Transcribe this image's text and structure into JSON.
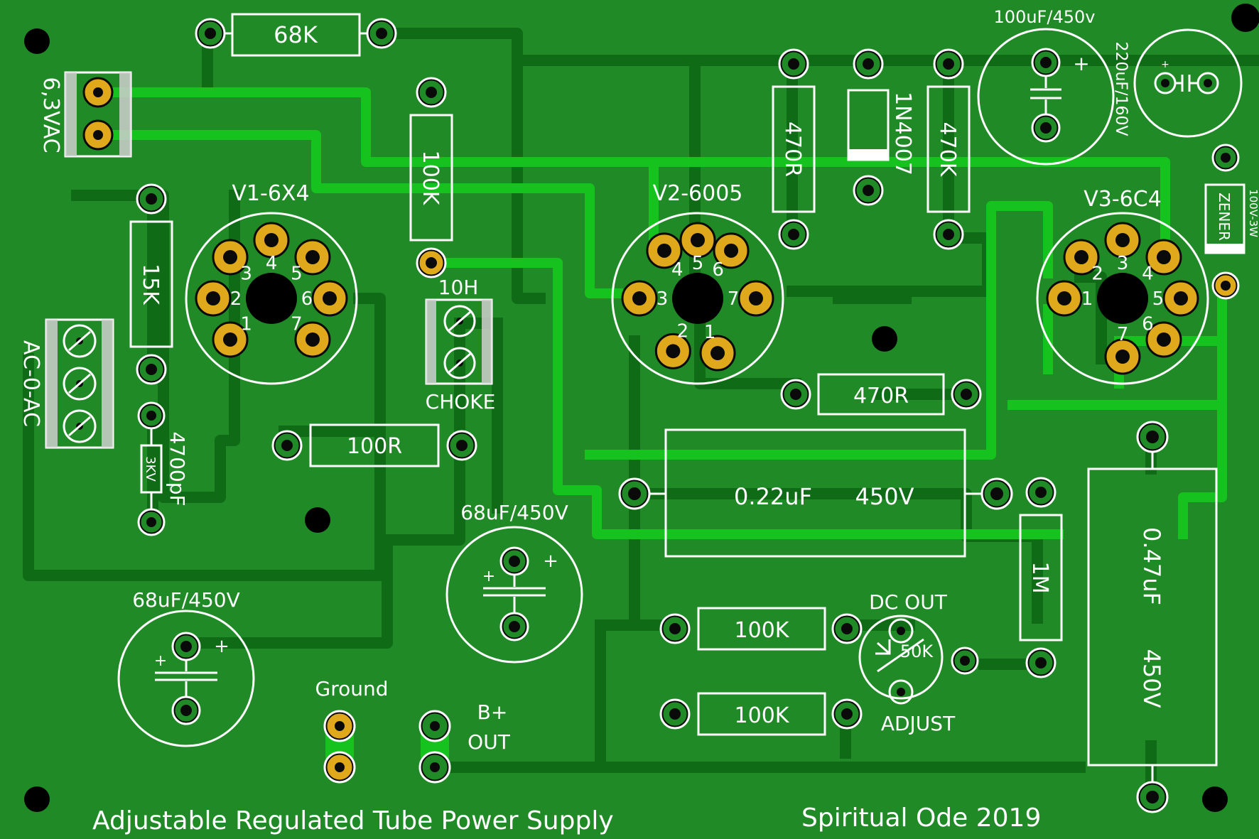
{
  "title": "Adjustable Regulated Tube Power Supply",
  "credit": "Spiritual Ode 2019",
  "tubes": [
    {
      "label": "V1-6X4",
      "pins": [
        "1",
        "2",
        "3",
        "4",
        "5",
        "6",
        "7"
      ]
    },
    {
      "label": "V2-6005",
      "pins": [
        "1",
        "2",
        "3",
        "4",
        "5",
        "6",
        "7"
      ]
    },
    {
      "label": "V3-6C4",
      "pins": [
        "1",
        "2",
        "3",
        "4",
        "5",
        "6",
        "7"
      ]
    }
  ],
  "resistors": {
    "r68k": "68K",
    "r100k_top": "100K",
    "r15k": "15K",
    "r470r_v": "470R",
    "r470k": "470K",
    "r470r_h": "470R",
    "r100r": "100R",
    "r1m": "1M",
    "r100k_a": "100K",
    "r100k_b": "100K"
  },
  "diode": "1N4007",
  "zener": {
    "name": "ZENER",
    "rating": "100V-3W"
  },
  "capacitors": {
    "c100u": "100uF/450v",
    "c220u": "220uF/160V",
    "c68u_mid": "68uF/450V",
    "c68u_left": "68uF/450V",
    "c022": {
      "value": "0.22uF",
      "voltage": "450V"
    },
    "c047": {
      "value": "0.47uF",
      "voltage": "450V"
    },
    "c4700p": {
      "value": "4700pF",
      "voltage": "3KV"
    }
  },
  "connectors": {
    "heater": "6,3VAC",
    "ac_in": "AC-0-AC",
    "choke_value": "10H",
    "choke": "CHOKE",
    "ground": "Ground",
    "bplus": "B+",
    "bplus_out": "OUT",
    "dc_out": "DC OUT",
    "adjust": "ADJUST",
    "pot": "50K"
  },
  "polarity": "+",
  "colors": {
    "board": "#1f8a26",
    "trace_dark": "#0f6b16",
    "trace_bright": "#16c21e",
    "pad_gold": "#e0a91c",
    "silkscreen": "#ffffff"
  }
}
